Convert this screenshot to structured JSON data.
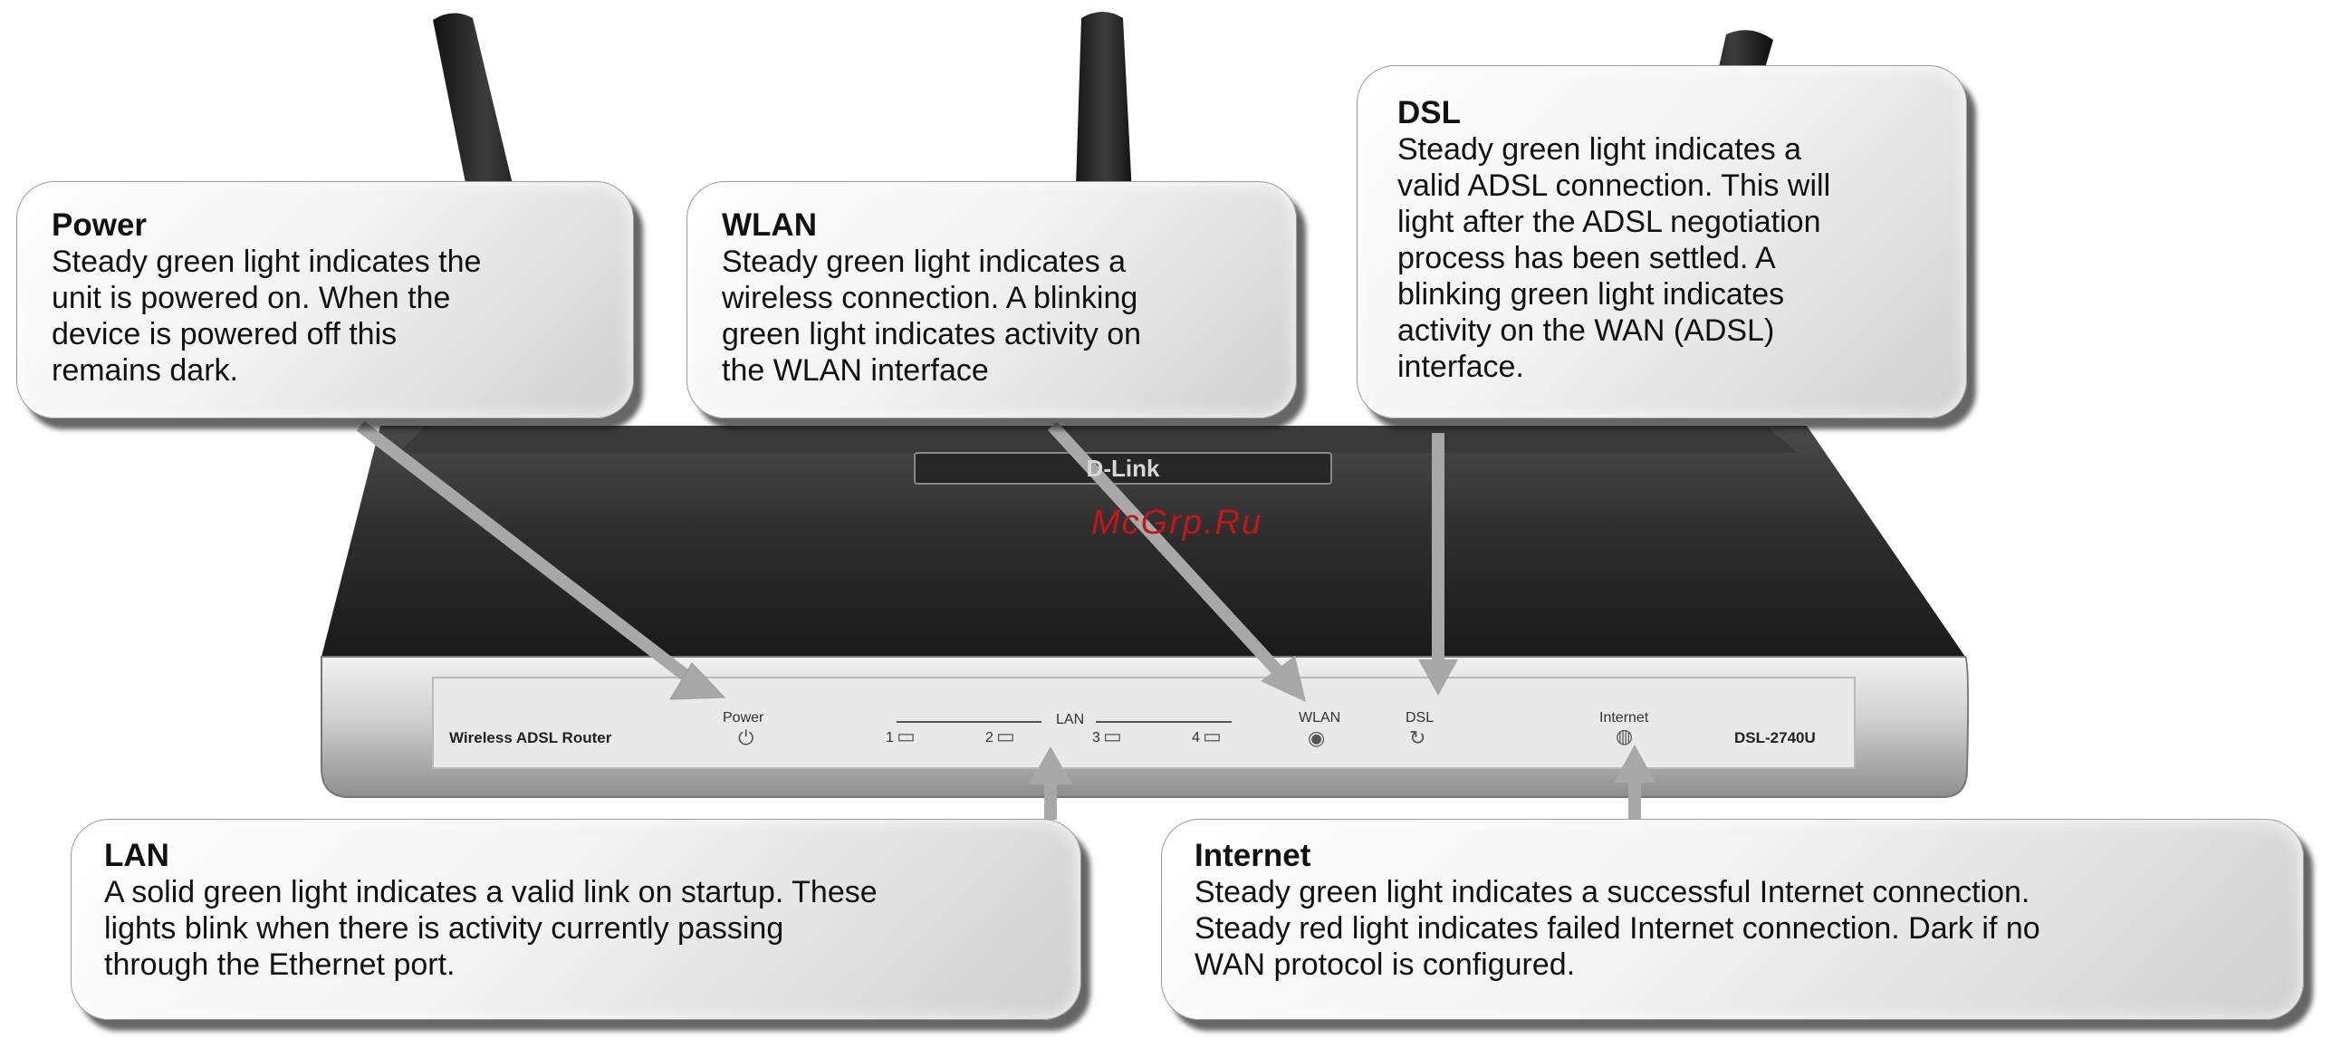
{
  "callouts": {
    "power": {
      "title": "Power",
      "body": "Steady green light indicates the\nunit is powered on. When the\ndevice is powered off this\nremains dark."
    },
    "wlan": {
      "title": "WLAN",
      "body": "Steady green light indicates a\nwireless connection. A blinking\ngreen light indicates activity on\nthe WLAN interface"
    },
    "dsl": {
      "title": "DSL",
      "body": "Steady green light indicates a\nvalid ADSL connection. This will\nlight after the ADSL negotiation\nprocess has been settled. A\nblinking green light indicates\nactivity on the WAN (ADSL)\ninterface."
    },
    "lan": {
      "title": "LAN",
      "body": "A solid green light indicates a valid link on startup. These\nlights blink when there is activity currently passing\nthrough the Ethernet port."
    },
    "internet": {
      "title": "Internet",
      "body": "Steady green light indicates a successful Internet connection.\nSteady red light indicates failed Internet connection. Dark if no\nWAN protocol is configured."
    }
  },
  "router": {
    "brand": "D-Link",
    "product_label": "Wireless ADSL Router",
    "model": "DSL-2740U",
    "panel_labels": {
      "power": "Power",
      "lan": "LAN",
      "wlan": "WLAN",
      "dsl": "DSL",
      "internet": "Internet"
    },
    "lan_ports": [
      "1",
      "2",
      "3",
      "4"
    ]
  },
  "icons": {
    "power": "power-icon",
    "lan_port": "ethernet-port-icon",
    "wlan": "wireless-icon",
    "dsl": "dsl-icon",
    "internet": "globe-icon"
  },
  "watermark": "McGrp.Ru",
  "colors": {
    "arrow": "#a8a8a8",
    "router_top": "#2a2a2a",
    "panel": "#e4e4e4",
    "watermark": "#c01818"
  }
}
